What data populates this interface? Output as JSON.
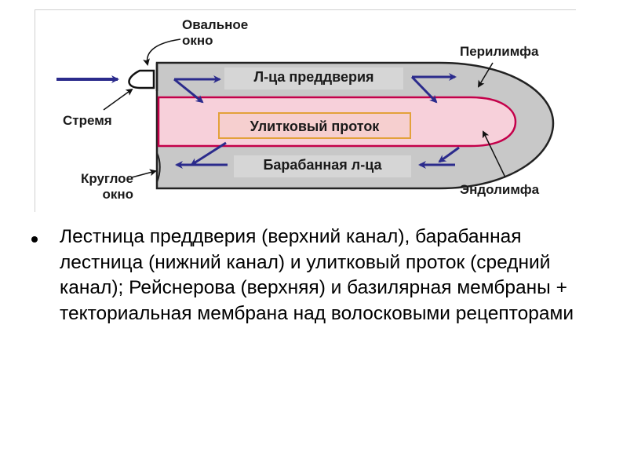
{
  "diagram": {
    "labels": {
      "oval_window": "Овальное\nокно",
      "perilymph": "Перилимфа",
      "stapes": "Стремя",
      "round_window": "Круглое\nокно",
      "endolymph": "Эндолимфа"
    },
    "boxes": {
      "scala_vestibuli": "Л-ца преддверия",
      "cochlear_duct": "Улитковый проток",
      "scala_tympani": "Барабанная л-ца"
    },
    "colors": {
      "perilymph_fill": "#c8c8c8",
      "endolymph_fill": "#f7d0da",
      "membrane": "#c4004a",
      "arrow": "#2b2b8c",
      "box_fill": "#d6d6d6",
      "duct_box_fill": "#f6cfcf",
      "duct_box_border": "#e3a13a"
    }
  },
  "bullet": {
    "text": "Лестница преддверия (верхний канал), барабанная лестница (нижний канал) и улитковый проток (средний канал); Рейснерова (верхняя) и базилярная мембраны + текториальная мембрана над волосковыми рецепторами"
  }
}
